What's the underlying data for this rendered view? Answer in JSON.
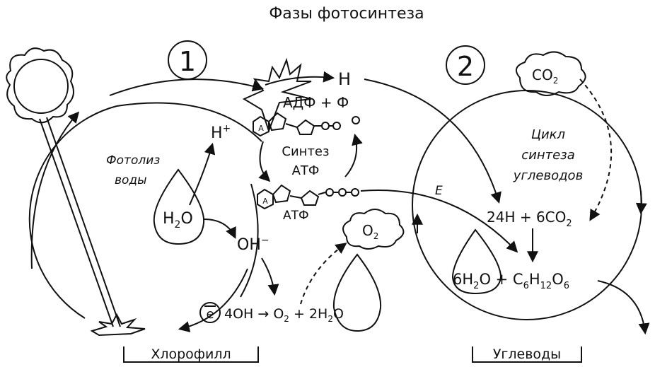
{
  "title": "Фазы фотосинтеза",
  "phase1": "1",
  "phase2": "2",
  "photolysis": [
    "Фотолиз",
    "воды"
  ],
  "h_plus": {
    "base": "H",
    "sup": "+"
  },
  "h": "H",
  "adp": "АДФ + Ф",
  "atp_synthesis": [
    "Синтез",
    "АТФ"
  ],
  "atp": "АТФ",
  "adenine": "A",
  "water": {
    "a": "H",
    "sub": "2",
    "b": "O"
  },
  "oh": {
    "base": "OH",
    "sup": "−"
  },
  "electron": "e",
  "reaction": {
    "a": "4OH → O",
    "sub1": "2",
    "b": " + ",
    "c": "2H",
    "sub2": "2",
    "d": "O"
  },
  "o2": {
    "a": "O",
    "sub": "2"
  },
  "co2": {
    "a": "CO",
    "sub": "2"
  },
  "cycle": [
    "Цикл",
    "синтеза",
    "углеводов"
  ],
  "energy": "E",
  "cycle_input": {
    "a": "24H + 6CO",
    "sub": "2"
  },
  "cycle_output": {
    "a": "6H",
    "s1": "2",
    "b": "O",
    "c": " + C",
    "s2": "6",
    "d": "H",
    "s3": "12",
    "e": "O",
    "s4": "6"
  },
  "chlorophyll": "Хлорофилл",
  "carbohydrates": "Углеводы"
}
